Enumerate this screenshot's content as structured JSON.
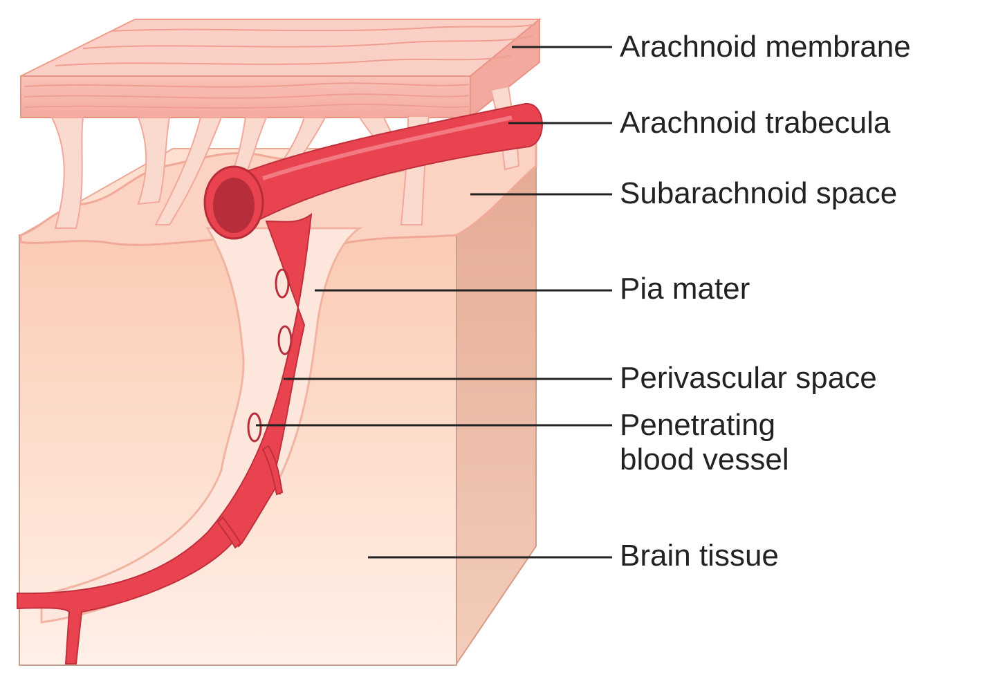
{
  "labels": {
    "arachnoid_membrane": "Arachnoid membrane",
    "arachnoid_trabecula": "Arachnoid trabecula",
    "subarachnoid_space": "Subarachnoid space",
    "pia_mater": "Pia mater",
    "perivascular_space": "Perivascular space",
    "penetrating_line1": "Penetrating",
    "penetrating_line2": "blood vessel",
    "brain_tissue": "Brain tissue"
  },
  "colors": {
    "vessel": "#e8434f",
    "vessel_dark": "#b82d3a",
    "membrane": "#f7b9b0",
    "brain_front": "#fcd5c2",
    "brain_side": "#e8b59f",
    "pia": "#fbe2d6",
    "leader": "#222222"
  }
}
